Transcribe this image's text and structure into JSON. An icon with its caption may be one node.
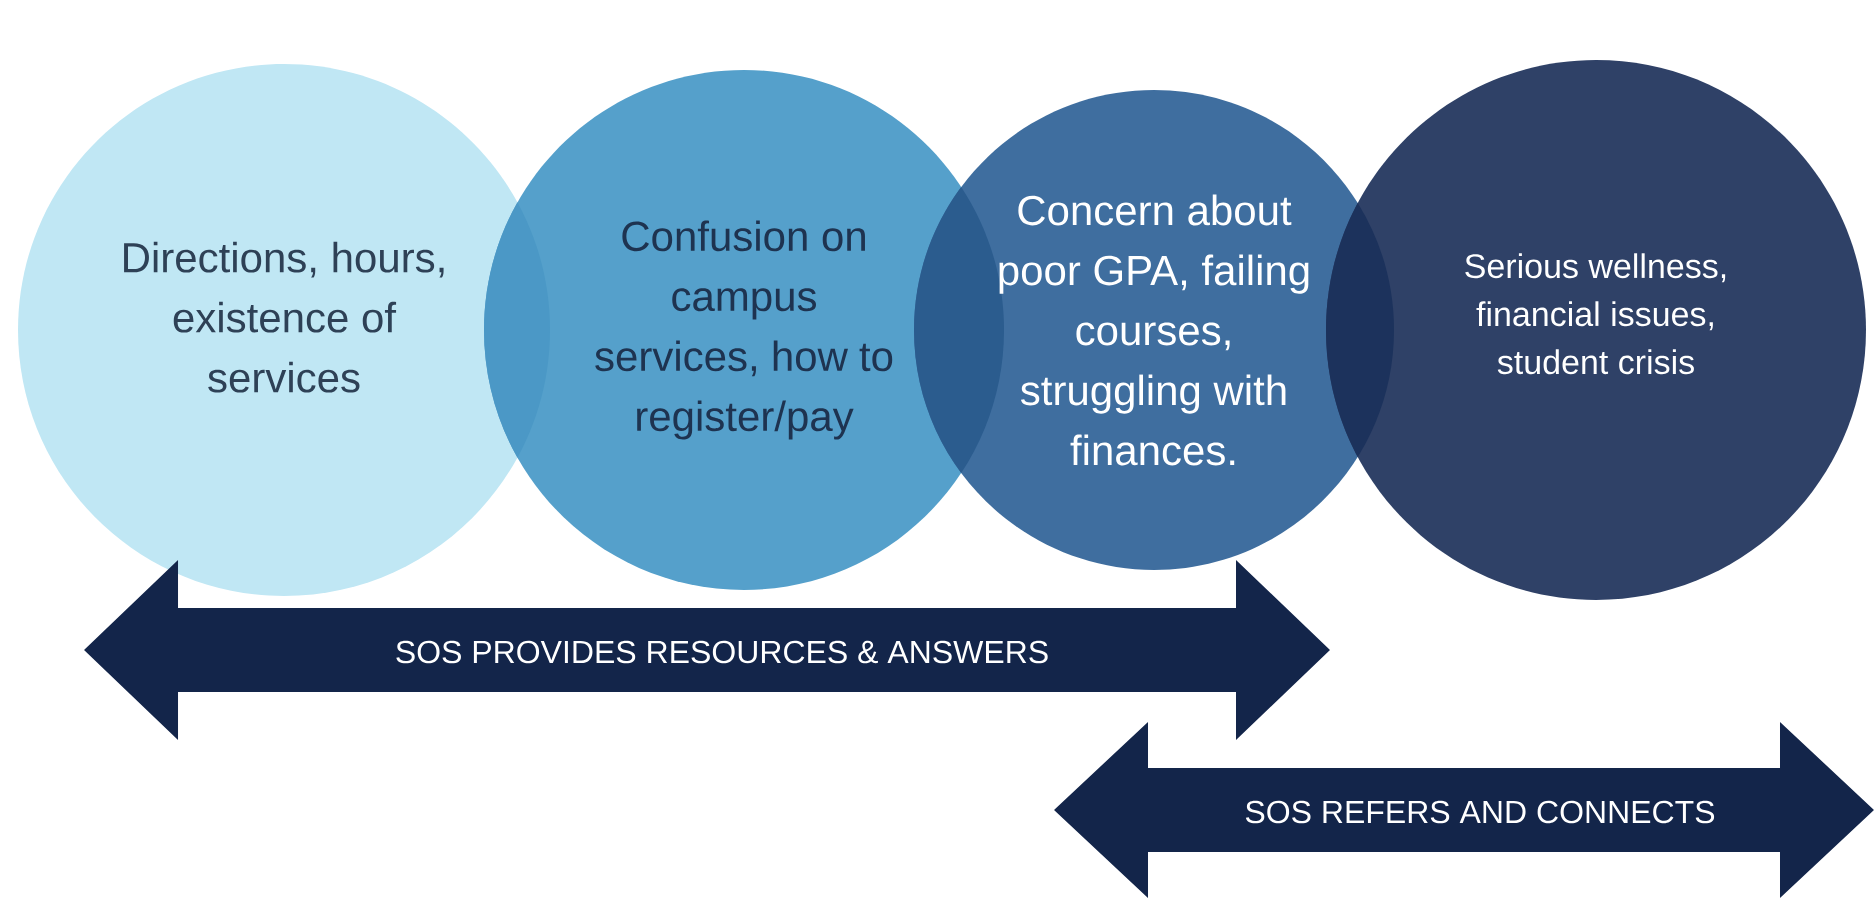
{
  "diagram": {
    "nodes": [
      {
        "text": [
          "Directions, hours, existence of services"
        ]
      },
      {
        "text": [
          "Confusion on campus services, how to register/pay"
        ]
      },
      {
        "text": [
          "Concern about poor GPA, failing courses, struggling with finances."
        ]
      },
      {
        "text": [
          "Serious wellness, financial issues, student crisis"
        ]
      },
      {
        "text": [
          "SOS PROVIDES RESOURCES & ANSWERS"
        ]
      },
      {
        "text": [
          "SOS REFERS AND CONNECTS"
        ]
      }
    ]
  }
}
